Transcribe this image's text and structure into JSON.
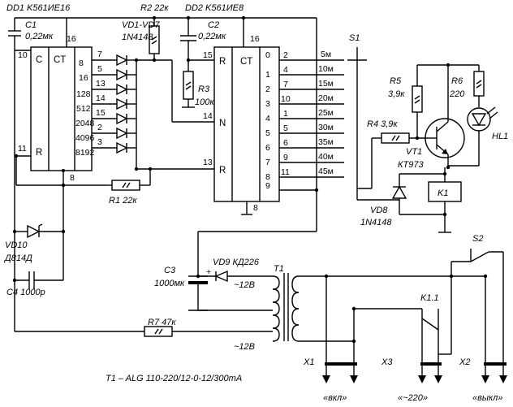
{
  "labels": {
    "dd1": "DD1 K561ИЕ16",
    "dd2": "DD2 K561ИЕ8",
    "c1_name": "C1",
    "c1_val": "0,22мк",
    "c2_name": "C2",
    "c2_val": "0,22мк",
    "c3_name": "C3",
    "c3_val": "1000мк",
    "c4": "C4 1000р",
    "r1": "R1 22к",
    "r2": "R2 22к",
    "r3_name": "R3",
    "r3_val": "100к",
    "r4": "R4 3,9к",
    "r5_name": "R5",
    "r5_val": "3,9к",
    "r6_name": "R6",
    "r6_val": "220",
    "r7": "R7 47к",
    "vd17_name": "VD1-VD7",
    "vd17_val": "1N4148",
    "vd8_name": "VD8",
    "vd8_val": "1N4148",
    "vd9": "VD9 КД226",
    "vd10_name": "VD10",
    "vd10_val": "Д814Д",
    "vt1_name": "VT1",
    "vt1_val": "КТ973",
    "hl1": "HL1",
    "k1": "K1",
    "k11": "K1.1",
    "t1": "T1",
    "s1": "S1",
    "s2": "S2",
    "v12a": "~12В",
    "v12b": "~12В",
    "x1": "X1",
    "x2": "X2",
    "x3": "X3",
    "vkl": "«вкл»",
    "v220": "«~220»",
    "vykl": "«выкл»",
    "t1_note": "T1 – ALG 110-220/12-0-12/300mA"
  },
  "dd1": {
    "ct": "CT",
    "c": "C",
    "r": "R",
    "pin10": "10",
    "pin11": "11",
    "pin16": "16",
    "pin8": "8",
    "outputs": [
      {
        "pin": "7",
        "div": "8"
      },
      {
        "pin": "5",
        "div": "16"
      },
      {
        "pin": "13",
        "div": "128"
      },
      {
        "pin": "14",
        "div": "512"
      },
      {
        "pin": "15",
        "div": "2048"
      },
      {
        "pin": "2",
        "div": "4096"
      },
      {
        "pin": "3",
        "div": "8192"
      }
    ]
  },
  "dd2": {
    "ct": "CT",
    "r": "R",
    "n": "N",
    "r2": "R",
    "pin15": "15",
    "pin14": "14",
    "pin13": "13",
    "pin16": "16",
    "pin8": "8",
    "outputs": [
      {
        "pin": "2",
        "num": "0",
        "label": "5м"
      },
      {
        "pin": "4",
        "num": "1",
        "label": "10м"
      },
      {
        "pin": "7",
        "num": "2",
        "label": "15м"
      },
      {
        "pin": "10",
        "num": "3",
        "label": "20м"
      },
      {
        "pin": "1",
        "num": "4",
        "label": "25м"
      },
      {
        "pin": "5",
        "num": "5",
        "label": "30м"
      },
      {
        "pin": "6",
        "num": "6",
        "label": "35м"
      },
      {
        "pin": "9",
        "num": "7",
        "label": "40м"
      },
      {
        "pin": "11",
        "num": "8",
        "label": "45м"
      }
    ],
    "pin9": "9"
  }
}
